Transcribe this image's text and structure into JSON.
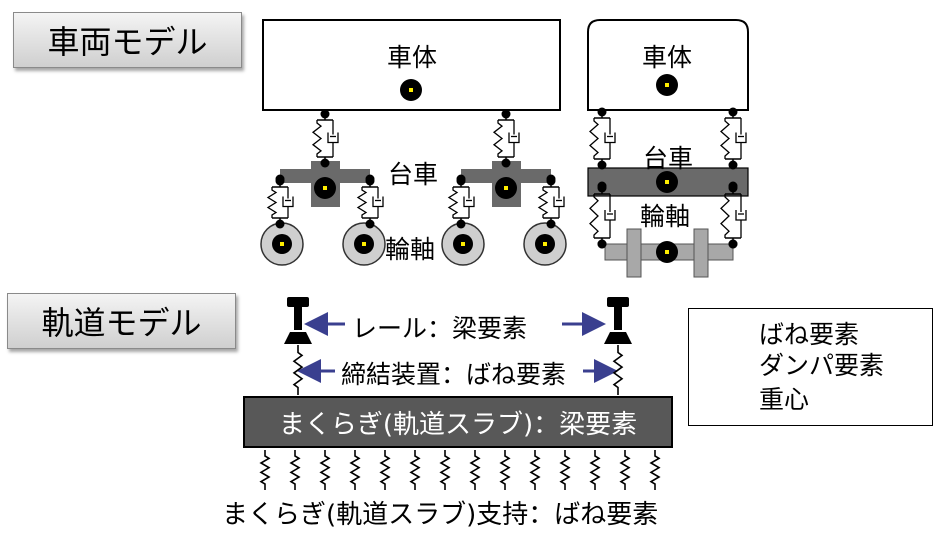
{
  "sections": {
    "vehicle_model": "車両モデル",
    "track_model": "軌道モデル"
  },
  "vehicle": {
    "body_label_side": "車体",
    "body_label_front": "車体",
    "bogie_label_side": "台車",
    "bogie_label_front": "台車",
    "wheelset_label_side": "輪軸",
    "wheelset_label_front": "輪軸"
  },
  "track": {
    "rail_label": "レール：梁要素",
    "fastener_label": "締結装置：ばね要素",
    "sleeper_label": "まくらぎ(軌道スラブ)：梁要素",
    "support_label": "まくらぎ(軌道スラブ)支持：ばね要素"
  },
  "legend": {
    "spring": "ばね要素",
    "damper": "ダンパ要素",
    "cog": "重心"
  },
  "colors": {
    "bogie_fill": "#6a6a6a",
    "sleeper_fill": "#585858",
    "arrow": "#3a3f8f",
    "wheel_outer": "#cfcfcf",
    "axle_fill": "#a8a8a8",
    "cog_center": "#ffee00"
  }
}
